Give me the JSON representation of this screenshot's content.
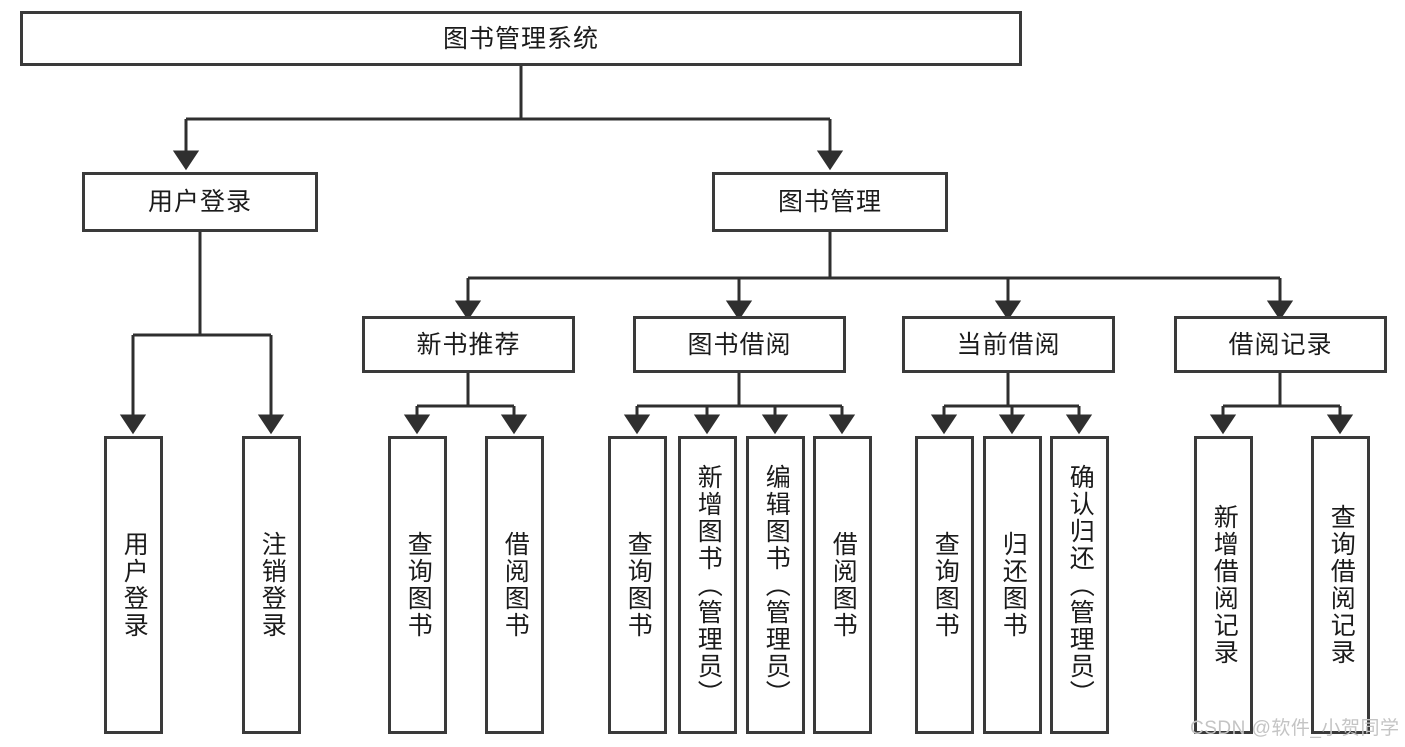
{
  "diagram": {
    "title_node": {
      "label": "图书管理系统"
    },
    "level2": [
      {
        "label": "用户登录"
      },
      {
        "label": "图书管理"
      }
    ],
    "level3": [
      {
        "label": "新书推荐"
      },
      {
        "label": "图书借阅"
      },
      {
        "label": "当前借阅"
      },
      {
        "label": "借阅记录"
      }
    ],
    "leaves": {
      "user_login": [
        {
          "label": "用户登录"
        },
        {
          "label": "注销登录"
        }
      ],
      "new_book_rec": [
        {
          "label": "查询图书"
        },
        {
          "label": "借阅图书"
        }
      ],
      "book_borrow": [
        {
          "label": "查询图书"
        },
        {
          "label": "新增图书（管理员）"
        },
        {
          "label": "编辑图书（管理员）"
        },
        {
          "label": "借阅图书"
        }
      ],
      "current_borrow": [
        {
          "label": "查询图书"
        },
        {
          "label": "归还图书"
        },
        {
          "label": "确认归还（管理员）"
        }
      ],
      "borrow_record": [
        {
          "label": "新增借阅记录"
        },
        {
          "label": "查询借阅记录"
        }
      ]
    },
    "watermark": {
      "text": "CSDN @软件_小贺同学"
    },
    "colors": {
      "border": "#3a3a3a",
      "text": "#1b1b1b",
      "background": "#ffffff",
      "watermark": "#c4c4c4"
    }
  }
}
